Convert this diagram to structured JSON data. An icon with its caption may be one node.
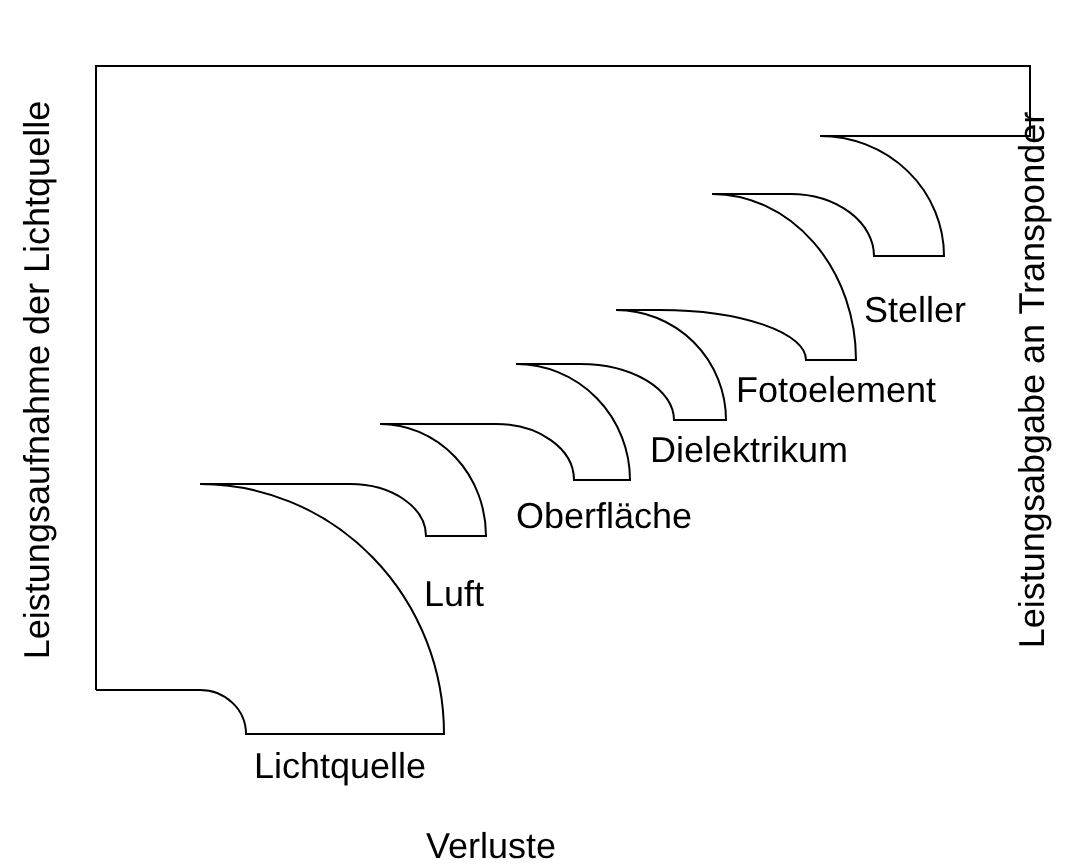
{
  "diagram": {
    "labels": [
      "Leistungsaufnahme der Lichtquelle",
      "Leistungsabgabe an Transponder",
      "Steller",
      "Fotoelement",
      "Dielektrikum",
      "Oberfläche",
      "Luft",
      "Lichtquelle",
      "Verluste"
    ]
  }
}
